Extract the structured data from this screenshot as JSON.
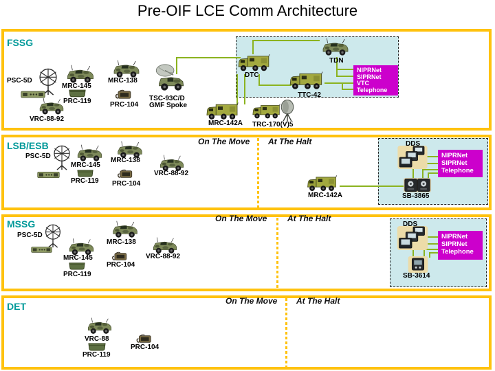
{
  "title": "Pre-OIF LCE Comm Architecture",
  "colors": {
    "band_border": "#FFC20E",
    "section_label": "#009999",
    "halt_area_bg": "#CDE9EC",
    "service_box": "#CC00CC",
    "connector_green": "#8BB31F"
  },
  "bands": {
    "fssg": {
      "label": "FSSG",
      "equipment": {
        "psc5d": "PSC-5D",
        "mrc145": "MRC-145",
        "mrc138": "MRC-138",
        "prc119": "PRC-119",
        "prc104": "PRC-104",
        "tsc93": "TSC-93C/D",
        "tsc93_sub": "GMF Spoke",
        "vrc8892": "VRC-88-92",
        "mrc142a": "MRC-142A",
        "trc170": "TRC-170(V)5"
      },
      "halt_box": {
        "tdn": "TDN",
        "dtc": "DTC",
        "ttc42": "TTC-42",
        "services": [
          "NIPRNet",
          "SIPRNet",
          "VTC",
          "Telephone"
        ]
      }
    },
    "lsbesb": {
      "label": "LSB/ESB",
      "on_the_move": "On The Move",
      "at_the_halt": "At The Halt",
      "equipment": {
        "psc5d": "PSC-5D",
        "mrc145": "MRC-145",
        "mrc138": "MRC-138",
        "prc119": "PRC-119",
        "prc104": "PRC-104",
        "vrc8892": "VRC-88-92",
        "mrc142a": "MRC-142A"
      },
      "halt_box": {
        "dds": "DDS",
        "switchboard": "SB-3865",
        "services": [
          "NIPRNet",
          "SIPRNet",
          "Telephone"
        ]
      }
    },
    "mssg": {
      "label": "MSSG",
      "on_the_move": "On The Move",
      "at_the_halt": "At The Halt",
      "equipment": {
        "psc5d": "PSC-5D",
        "mrc145": "MRC-145",
        "mrc138": "MRC-138",
        "prc119": "PRC-119",
        "prc104": "PRC-104",
        "vrc8892": "VRC-88-92"
      },
      "halt_box": {
        "dds": "DDS",
        "switchboard": "SB-3614",
        "services": [
          "NIPRNet",
          "SIPRNet",
          "Telephone"
        ]
      }
    },
    "det": {
      "label": "DET",
      "on_the_move": "On The Move",
      "at_the_halt": "At The Halt",
      "equipment": {
        "vrc88": "VRC-88",
        "prc119": "PRC-119",
        "prc104": "PRC-104"
      }
    }
  }
}
